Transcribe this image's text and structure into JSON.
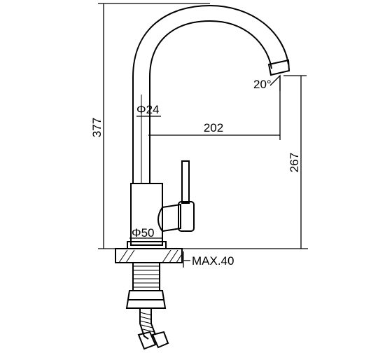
{
  "dimensions": {
    "total_height": "377",
    "outlet_height": "267",
    "reach": "202",
    "spout_diameter": "Φ24",
    "base_diameter": "Φ50",
    "max_deck_thickness": "MAX.40",
    "swivel_angle": "20°"
  },
  "colors": {
    "line": "#000000",
    "background": "#ffffff"
  }
}
